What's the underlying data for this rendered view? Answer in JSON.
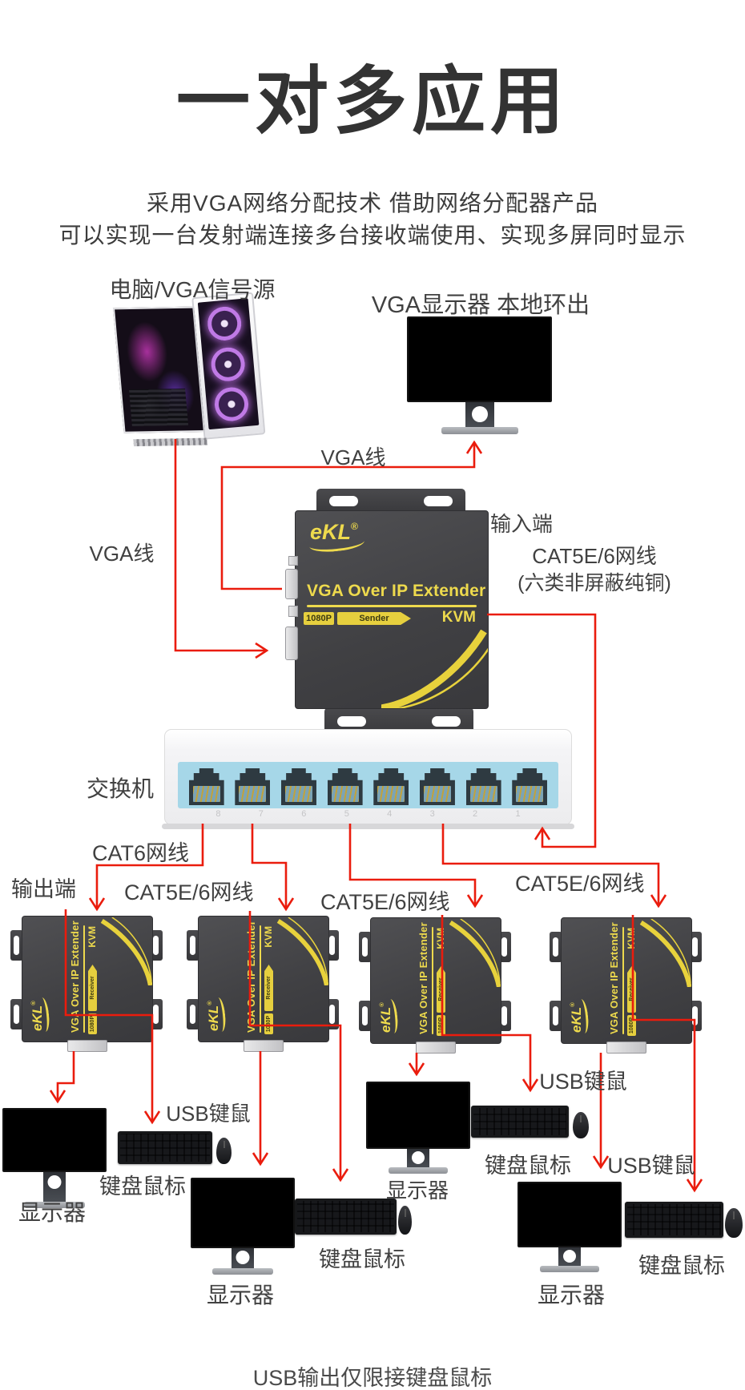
{
  "page": {
    "title": "一对多应用",
    "subtitle_line1": "采用VGA网络分配技术 借助网络分配器产品",
    "subtitle_line2": "可以实现一台发射端连接多台接收端使用、实现多屏同时显示",
    "footer_note": "USB输出仅限接键盘鼠标"
  },
  "labels": {
    "pc_source": "电脑/VGA信号源",
    "local_monitor": "VGA显示器 本地环出",
    "vga_cable_top": "VGA线",
    "vga_cable_left": "VGA线",
    "input_end": "输入端",
    "cat5e_sender_line1": "CAT5E/6网线",
    "cat5e_sender_line2": "(六类非屏蔽纯铜)",
    "switch": "交换机",
    "cat6_cable": "CAT6网线",
    "output_end": "输出端",
    "cat5e_cable_r2": "CAT5E/6网线",
    "cat5e_cable_r3": "CAT5E/6网线",
    "cat5e_cable_r4": "CAT5E/6网线",
    "usb_km_r1": "USB键鼠",
    "usb_km_r3": "USB键鼠",
    "usb_km_r4": "USB键鼠",
    "kb_mouse_1": "键盘鼠标",
    "kb_mouse_2": "键盘鼠标",
    "kb_mouse_3": "键盘鼠标",
    "kb_mouse_4": "键盘鼠标",
    "monitor_1": "显示器",
    "monitor_2": "显示器",
    "monitor_3": "显示器",
    "monitor_4": "显示器"
  },
  "device": {
    "brand": "eKL",
    "reg_mark": "®",
    "product": "VGA Over IP Extender",
    "resolution_badge": "1080P",
    "sender_badge": "Sender",
    "receiver_badge": "Receiver",
    "kvm_badge": "KVM"
  },
  "switch": {
    "port_numbers": [
      "8",
      "7",
      "6",
      "5",
      "4",
      "3",
      "2",
      "1"
    ]
  },
  "colors": {
    "cable_red": "#ea1c0d",
    "device_yellow": "#eeda4d",
    "device_body": "#47474a",
    "switch_panel_blue": "#a6d7e8",
    "label_gray": "#404040"
  }
}
